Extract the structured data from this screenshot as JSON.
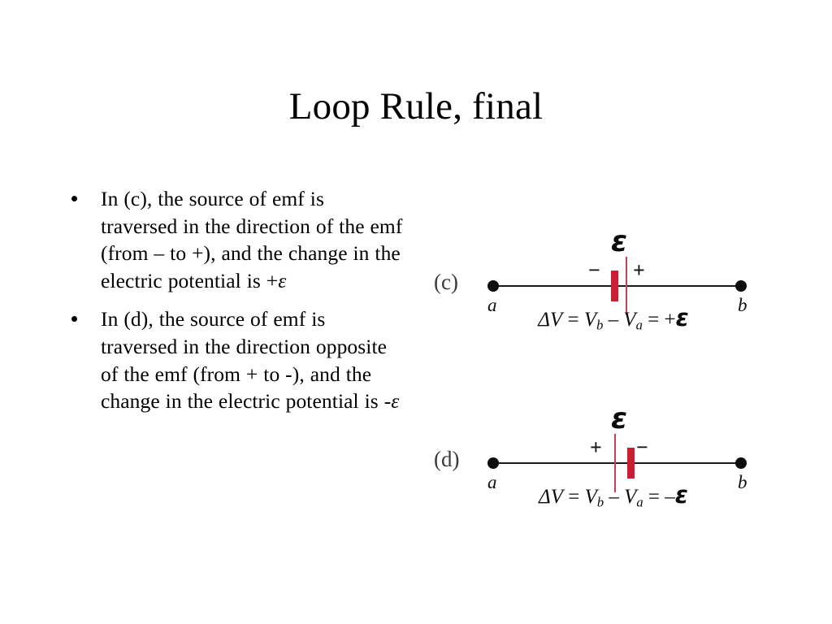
{
  "slide": {
    "title": "Loop Rule, final",
    "background_color": "#ffffff"
  },
  "body": {
    "bullets": [
      {
        "marker": "bullet-dot",
        "text_before_symbol": "In (c), the source of emf is traversed in the direction of the emf (from – to +), and the change in the electric potential is +",
        "symbol": "ε",
        "full_text": "In (c), the source of emf is traversed in the direction of the emf (from – to +), and the change in the electric potential is +ε"
      },
      {
        "marker": "bullet-dot",
        "text_before_symbol": "In (d), the source of emf is traversed in the direction opposite of the emf (from + to -), and the change in the electric potential is -",
        "symbol": "ε",
        "full_text": "In (d), the source of emf is traversed in the direction opposite of the emf (from + to -), and the change in the electric potential is -ε"
      }
    ]
  },
  "figures": [
    {
      "id": "c",
      "label": "(c)",
      "emf_symbol": "ε",
      "left_terminal_sign": "−",
      "right_terminal_sign": "+",
      "left_node_label": "a",
      "right_node_label": "b",
      "plate_color": "#CB1D33",
      "equation": {
        "delta_v": "ΔV",
        "equals_1": "=",
        "v_b": "V",
        "v_b_sub": "b",
        "minus": "–",
        "v_a": "V",
        "v_a_sub": "a",
        "equals_2": "=",
        "sign": "+",
        "result_symbol": "ε",
        "plain": "ΔV = Vb – Va = +ε"
      }
    },
    {
      "id": "d",
      "label": "(d)",
      "emf_symbol": "ε",
      "left_terminal_sign": "+",
      "right_terminal_sign": "−",
      "left_node_label": "a",
      "right_node_label": "b",
      "plate_color": "#CB1D33",
      "equation": {
        "delta_v": "ΔV",
        "equals_1": "=",
        "v_b": "V",
        "v_b_sub": "b",
        "minus": "–",
        "v_a": "V",
        "v_a_sub": "a",
        "equals_2": "=",
        "sign": "–",
        "result_symbol": "ε",
        "plain": "ΔV = Vb – Va = –ε"
      }
    }
  ]
}
